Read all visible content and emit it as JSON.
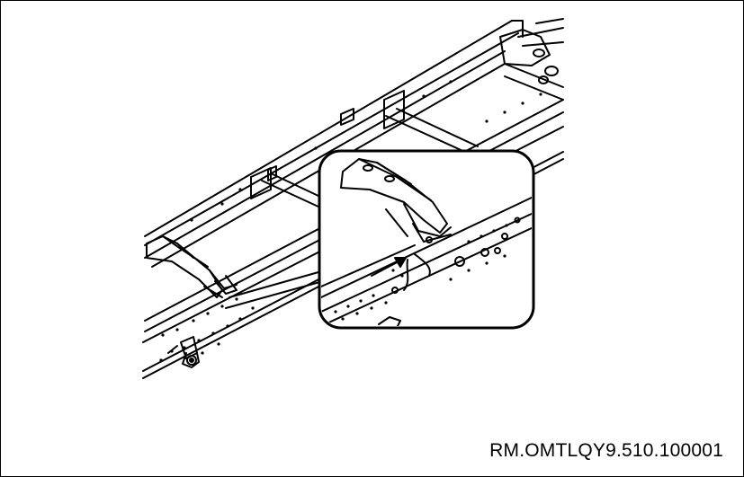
{
  "figure": {
    "reference_code": "RM.OMTLQY9.510.100001",
    "subject": "vehicle-chassis-frame",
    "detail_callout": "frame-rail-crossmember-detail",
    "colors": {
      "line": "#000000",
      "background": "#ffffff"
    }
  }
}
